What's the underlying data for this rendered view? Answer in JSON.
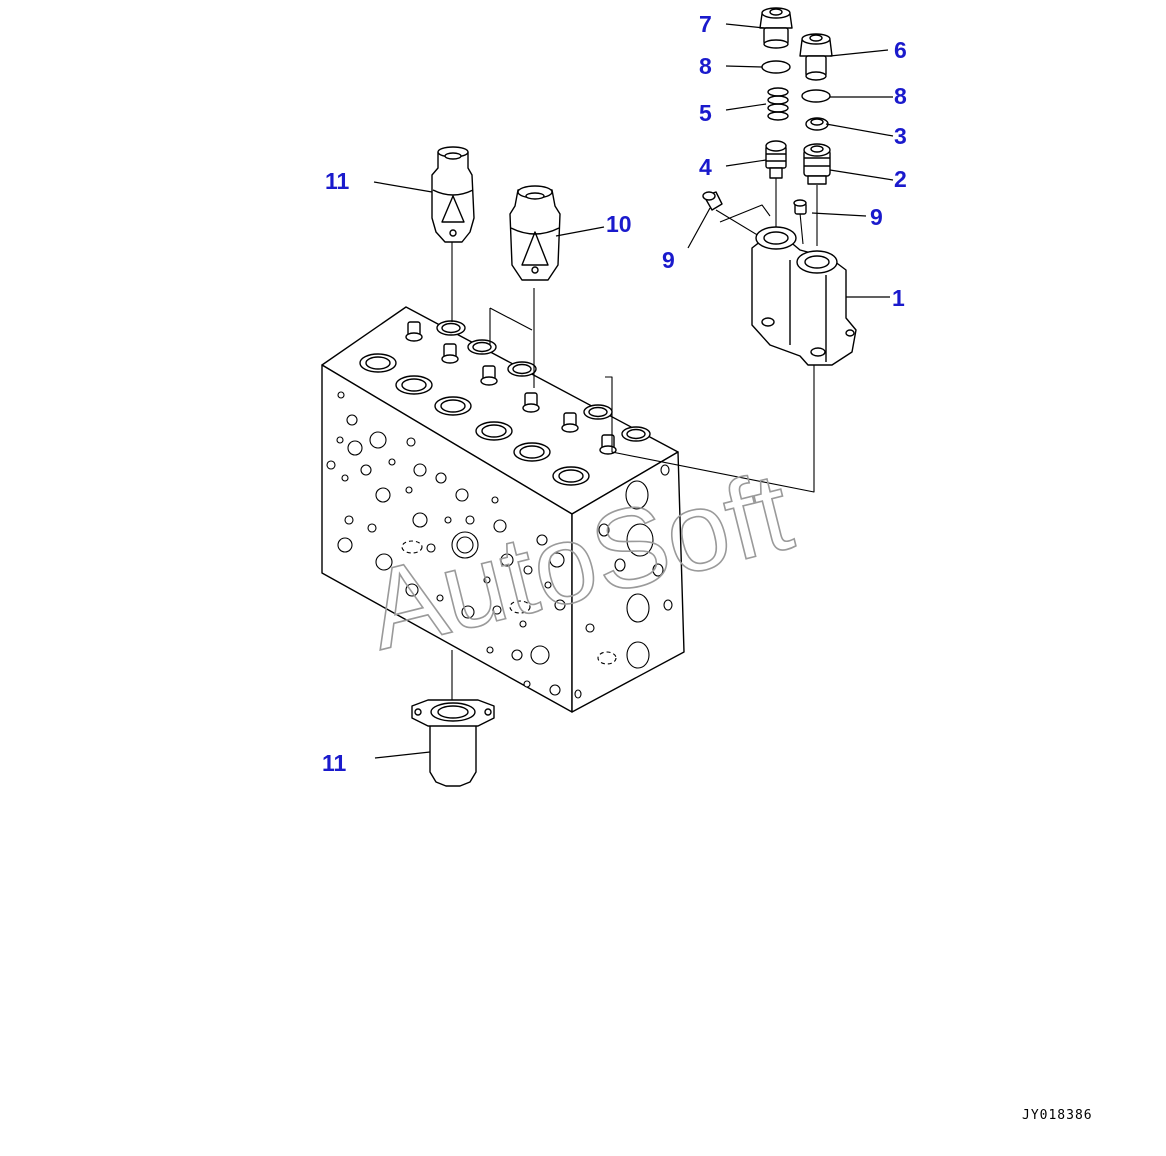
{
  "colors": {
    "label": "#1a1acc",
    "line": "#000000",
    "watermark": "#9a9a9a"
  },
  "labels": {
    "l1": "1",
    "l2": "2",
    "l3": "3",
    "l4": "4",
    "l5": "5",
    "l6": "6",
    "l7": "7",
    "l8a": "8",
    "l8b": "8",
    "l9a": "9",
    "l9b": "9",
    "l10": "10",
    "l11a": "11",
    "l11b": "11"
  },
  "watermark": "AutoSoft",
  "drawing_code": "JY018386"
}
